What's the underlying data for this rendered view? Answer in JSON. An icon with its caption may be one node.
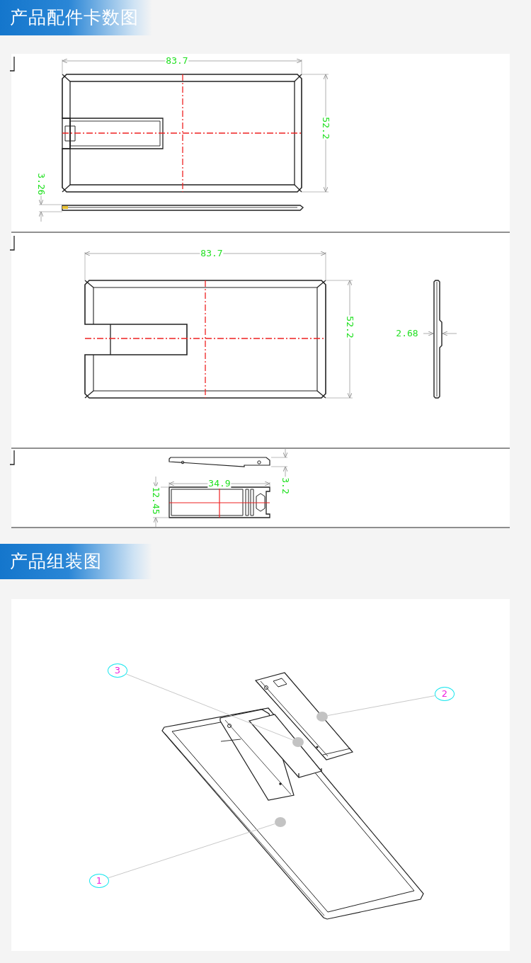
{
  "diagram": {
    "nodes": [
      {
        "text": [
          "3"
        ]
      },
      {
        "text": [
          "2"
        ]
      },
      {
        "text": [
          "1"
        ]
      },
      {
        "text": [],
        "shape": "circle"
      },
      {
        "text": [],
        "shape": "circle"
      },
      {
        "text": [],
        "shape": "circle"
      }
    ],
    "edges": [
      {
        "from": 0,
        "to": 4,
        "arrow": "none"
      },
      {
        "from": 1,
        "to": 3,
        "arrow": "none"
      },
      {
        "from": 2,
        "to": 5,
        "arrow": "none"
      }
    ],
    "labels": [
      "产品配件卡数图",
      "83.7",
      "52.2",
      "3.26",
      "83.7",
      "52.2",
      "2.68",
      "34.9",
      "3.2",
      "12.45",
      "产品组装图"
    ]
  }
}
